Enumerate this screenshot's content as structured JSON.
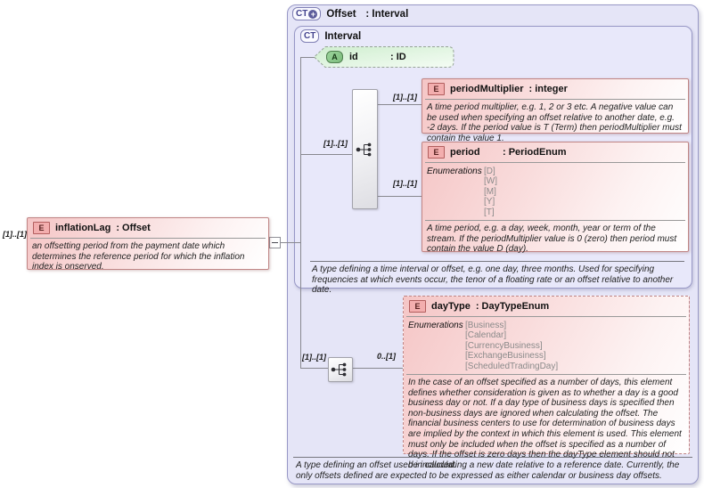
{
  "colors": {
    "lavender_fill": "#e5e5f7",
    "lavender_border": "#9898c6",
    "element_border": "#c08585",
    "element_fill": "#f5c6c6",
    "attribute_fill": "#8cc88c",
    "connector": "#88888f"
  },
  "offset_type": {
    "badge": "CT",
    "badge_plus": "+",
    "name": "Offset",
    "type": ": Interval",
    "footer_doc": "A type defining an offset used in calculating a new date relative to a reference date. Currently, the only offsets defined are expected to be expressed as either calendar or business day offsets."
  },
  "interval_type": {
    "badge": "CT",
    "name": "Interval",
    "footer_doc": "A type defining a time interval or offset, e.g. one day, three months. Used for specifying frequencies at which events occur, the tenor of a floating rate or an offset relative to another date."
  },
  "id_attribute": {
    "badge": "A",
    "name": "id",
    "type": ": ID"
  },
  "period_multiplier": {
    "badge": "E",
    "name": "periodMultiplier",
    "type": ": integer",
    "doc": "A time period multiplier, e.g. 1, 2 or 3 etc. A negative value can be used when specifying an offset relative to another date, e.g. -2 days. If the period value is T (Term) then periodMultiplier must contain the value 1."
  },
  "period": {
    "badge": "E",
    "name": "period",
    "type": ": PeriodEnum",
    "enumerations_label": "Enumerations",
    "enumerations": [
      "[D]",
      "[W]",
      "[M]",
      "[Y]",
      "[T]"
    ],
    "doc": "A time period, e.g. a day, week, month, year or term of the stream. If the periodMultiplier value is 0 (zero) then period must contain the value D (day)."
  },
  "day_type": {
    "badge": "E",
    "name": "dayType",
    "type": ": DayTypeEnum",
    "enumerations_label": "Enumerations",
    "enumerations": [
      "[Business]",
      "[Calendar]",
      "[CurrencyBusiness]",
      "[ExchangeBusiness]",
      "[ScheduledTradingDay]"
    ],
    "doc": "In the case of an offset specified as a number of days, this element defines whether consideration is given as to whether a day is a good business day or not. If a day type of business days is specified then non-business days are ignored when calculating the offset. The financial business centers to use for determination of business days are implied by the context in which this element is used. This element must only be included when the offset is specified as a number of days. If the offset is zero days then the dayType element should not be included."
  },
  "inflation_lag": {
    "badge": "E",
    "name": "inflationLag",
    "type": ": Offset",
    "doc": "an offsetting period from the payment date which determines the reference period for which the inflation index is onserved."
  },
  "cardinality": {
    "inflation_lag": "[1]..[1]",
    "interval_sequence": "[1]..[1]",
    "period_multiplier": "[1]..[1]",
    "period": "[1]..[1]",
    "day_type_sequence": "[1]..[1]",
    "day_type": "0..[1]"
  }
}
